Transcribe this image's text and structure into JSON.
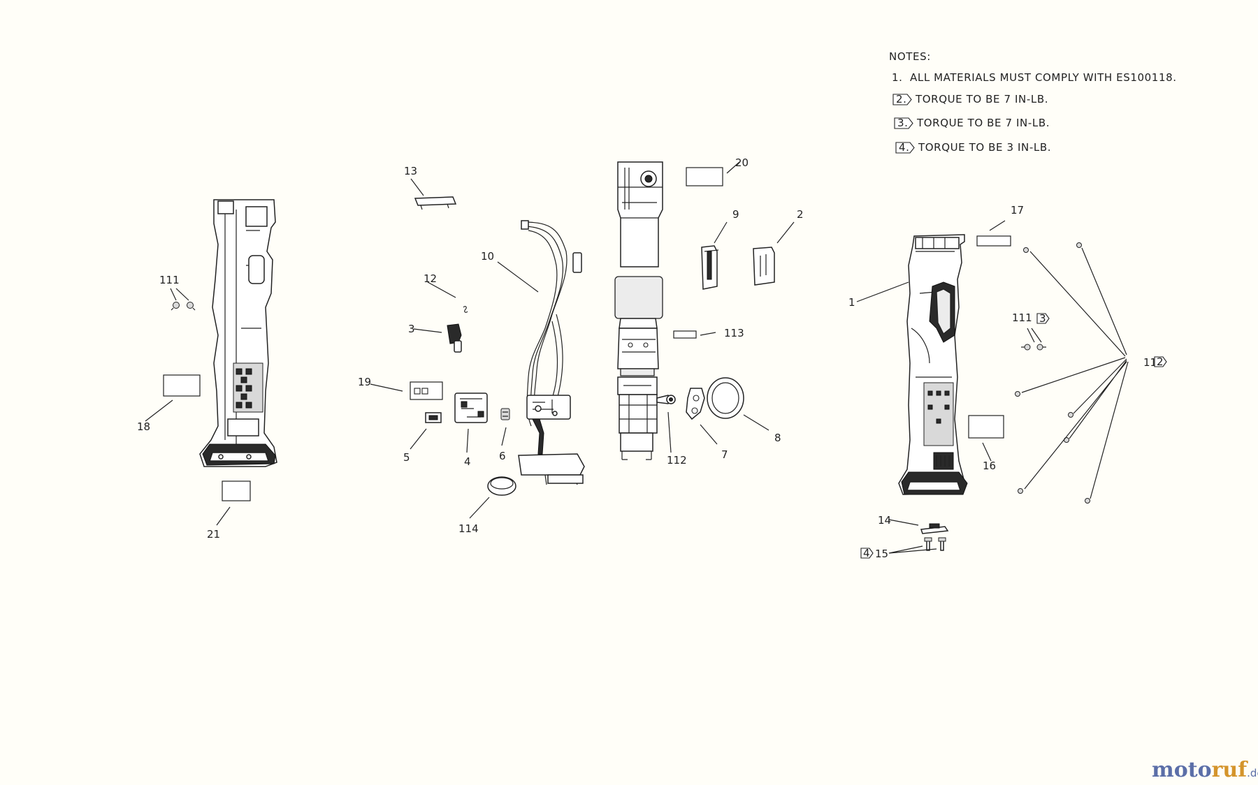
{
  "notes": {
    "heading": "NOTES:",
    "items": [
      {
        "num": "1.",
        "text": "ALL MATERIALS MUST COMPLY WITH ES100118."
      },
      {
        "flag": "2.",
        "text": "TORQUE  TO  BE  7  IN-LB."
      },
      {
        "flag": "3.",
        "text": "TORQUE  TO  BE  7  IN-LB."
      },
      {
        "flag": "4.",
        "text": "TORQUE  TO  BE  3  IN-LB."
      }
    ]
  },
  "callouts": {
    "c1": "1",
    "c2": "2",
    "c3": "3",
    "c4": "4",
    "c5": "5",
    "c6": "6",
    "c7": "7",
    "c8": "8",
    "c9": "9",
    "c10": "10",
    "c12": "12",
    "c13": "13",
    "c14": "14",
    "c15": "15",
    "c16": "16",
    "c17": "17",
    "c18": "18",
    "c19": "19",
    "c20": "20",
    "c21": "21",
    "c111a": "111",
    "c111b": "111",
    "c112a": "112",
    "c112b": "112",
    "c113": "113",
    "c114": "114"
  },
  "flags": {
    "f111": "3",
    "f112": "2",
    "f15": "4"
  },
  "watermark": {
    "part1": "moto",
    "part2": "ruf",
    "suffix": ".de"
  }
}
